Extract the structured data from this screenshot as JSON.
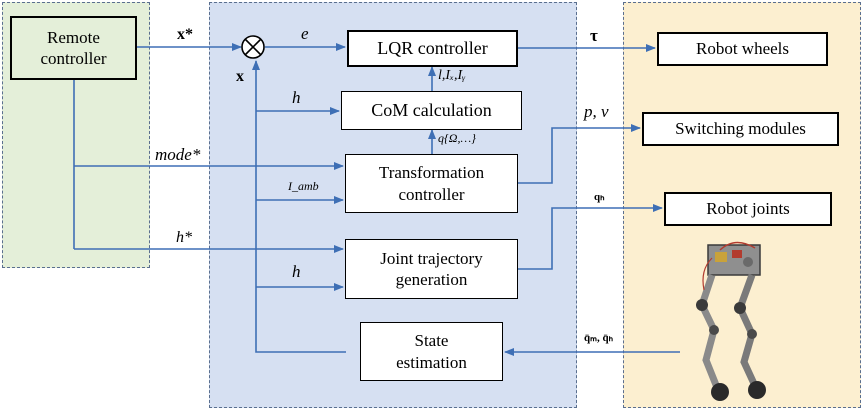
{
  "colors": {
    "remote_region": "#e4efd9",
    "control_region": "#d6e0f2",
    "robot_region": "#fcefd0",
    "arrow": "#3e6fb5",
    "wire": "#3e6fb5"
  },
  "blocks": {
    "remote_controller": "Remote\ncontroller",
    "lqr": "LQR controller",
    "com": "CoM calculation",
    "transformation": "Transformation\ncontroller",
    "joint_traj": "Joint trajectory\ngeneration",
    "state_est": "State\nestimation",
    "robot_wheels": "Robot wheels",
    "switching": "Switching modules",
    "robot_joints": "Robot joints"
  },
  "signals": {
    "x_star": "x*",
    "e": "e",
    "tau": "τ",
    "x": "x",
    "h_com": "h",
    "l_ix_iy": "l,Iₓ,Iᵧ",
    "q_com": "q{Ω,…}",
    "mode_star": "mode*",
    "i_amb": "I_amb",
    "p_v": "p, v",
    "q_h": "qₕ",
    "h_star": "h*",
    "h_jt": "h",
    "q_meas": "q̄ₘ, q̄ₕ"
  }
}
